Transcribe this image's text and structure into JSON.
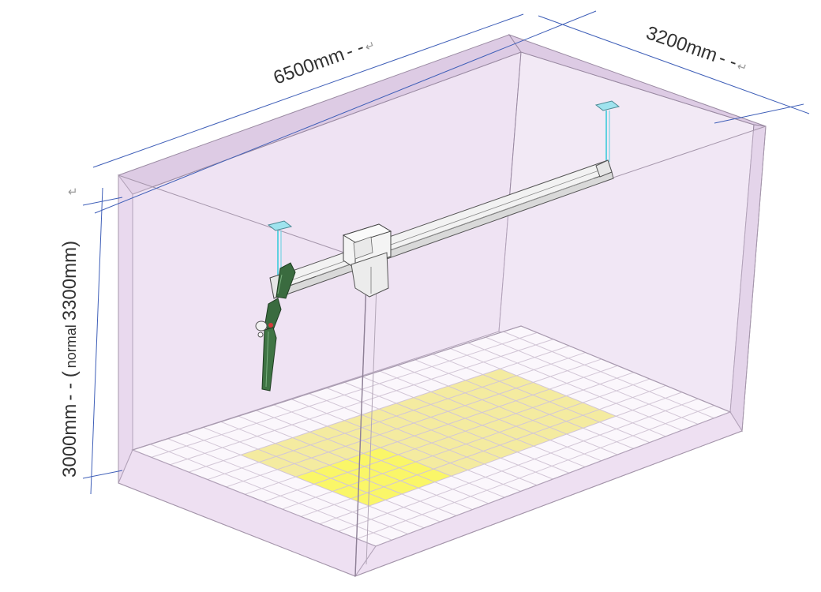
{
  "dimensions": {
    "length": {
      "value": "6500mm",
      "suffix": "- -",
      "mark": "↵"
    },
    "width": {
      "value": "3200mm",
      "suffix": "- -",
      "mark": "↵"
    },
    "height": {
      "value": "3000mm",
      "sep": "- - (",
      "normal_word": "normal",
      "normal_value": "3300mm)",
      "mark": "↵"
    }
  },
  "colors": {
    "wall": "#ead9ef",
    "wall_edge": "#9a8aa2",
    "dimension_line": "#3f5fb8",
    "work_area": "#f3ec6a",
    "work_area_strong": "#ffff2a",
    "floor_grid": "#c7bccb",
    "arm": "#3a6b3f",
    "hanger": "#5fd0e0"
  },
  "icons": {
    "enter_mark": "return-arrow-icon"
  }
}
